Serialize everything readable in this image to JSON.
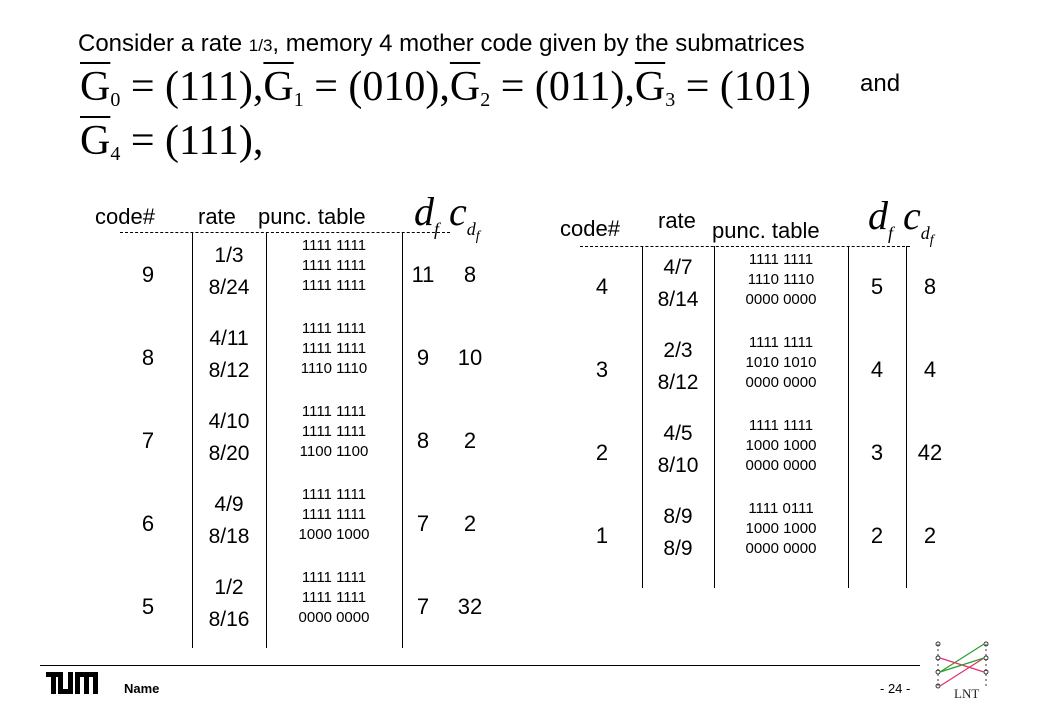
{
  "title": {
    "pre": "Consider a rate ",
    "rate": "1/3",
    "post": ", memory 4 mother code given by the submatrices"
  },
  "equation_line1": {
    "g0": "G",
    "g0_sub": "0",
    "g0_val": " = (111),",
    "g1": "G",
    "g1_sub": "1",
    "g1_val": " = (010),",
    "g2": "G",
    "g2_sub": "2",
    "g2_val": " = (011),",
    "g3": "G",
    "g3_sub": "3",
    "g3_val": " = (101)",
    "and": "and"
  },
  "equation_line2": {
    "g4": "G",
    "g4_sub": "4",
    "g4_val": " = (111),"
  },
  "left_table": {
    "headers": {
      "code": "code#",
      "rate": "rate",
      "punc": "punc. table",
      "d": "d",
      "d_sub": "f",
      "c": "c",
      "c_sub": "d",
      "c_subsub": "f"
    },
    "rows": [
      {
        "code": "9",
        "rate1": "1/3",
        "rate2": "8/24",
        "p1": "1111 1111",
        "p2": "1111 1111",
        "p3": "1111 1111",
        "df": "11",
        "cdf": "8"
      },
      {
        "code": "8",
        "rate1": "4/11",
        "rate2": "8/12",
        "p1": "1111 1111",
        "p2": "1111 1111",
        "p3": "1110 1110",
        "df": "9",
        "cdf": "10"
      },
      {
        "code": "7",
        "rate1": "4/10",
        "rate2": "8/20",
        "p1": "1111 1111",
        "p2": "1111 1111",
        "p3": "1100 1100",
        "df": "8",
        "cdf": "2"
      },
      {
        "code": "6",
        "rate1": "4/9",
        "rate2": "8/18",
        "p1": "1111 1111",
        "p2": "1111 1111",
        "p3": "1000 1000",
        "df": "7",
        "cdf": "2"
      },
      {
        "code": "5",
        "rate1": "1/2",
        "rate2": "8/16",
        "p1": "1111 1111",
        "p2": "1111 1111",
        "p3": "0000 0000",
        "df": "7",
        "cdf": "32"
      }
    ]
  },
  "right_table": {
    "headers": {
      "code": "code#",
      "rate": "rate",
      "punc": "punc. table",
      "d": "d",
      "d_sub": "f",
      "c": "c",
      "c_sub": "d",
      "c_subsub": "f"
    },
    "rows": [
      {
        "code": "4",
        "rate1": "4/7",
        "rate2": "8/14",
        "p1": "1111 1111",
        "p2": "1110 1110",
        "p3": "0000 0000",
        "df": "5",
        "cdf": "8"
      },
      {
        "code": "3",
        "rate1": "2/3",
        "rate2": "8/12",
        "p1": "1111 1111",
        "p2": "1010 1010",
        "p3": "0000 0000",
        "df": "4",
        "cdf": "4"
      },
      {
        "code": "2",
        "rate1": "4/5",
        "rate2": "8/10",
        "p1": "1111 1111",
        "p2": "1000 1000",
        "p3": "0000 0000",
        "df": "3",
        "cdf": "42"
      },
      {
        "code": "1",
        "rate1": "8/9",
        "rate2": "8/9",
        "p1": "1111 0111",
        "p2": "1000 1000",
        "p3": "0000 0000",
        "df": "2",
        "cdf": "2"
      }
    ]
  },
  "footer": {
    "name": "Name",
    "page": "- 24 -",
    "logo_left": "TUM",
    "logo_right": "LNT"
  }
}
